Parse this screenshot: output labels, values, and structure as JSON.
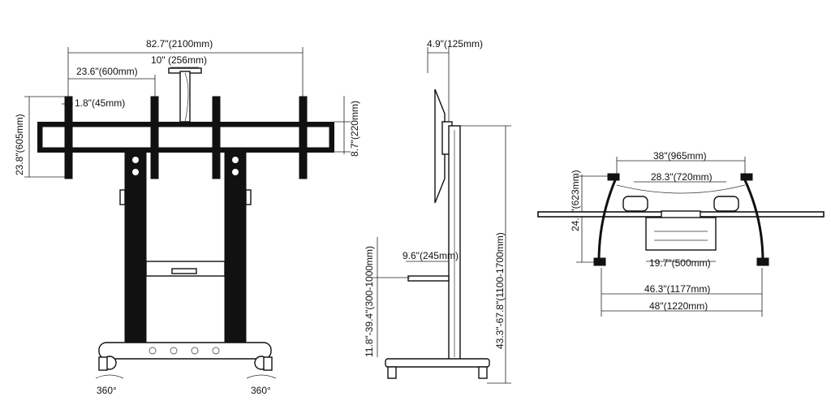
{
  "front": {
    "width_total": "82.7\"(2100mm)",
    "mount_width": "10\" (256mm)",
    "arm_spacing": "23.6\"(600mm)",
    "arm_width": "1.8\"(45mm)",
    "height_arms": "23.8\"(605mm)",
    "bar_height": "8.7\"(220mm)",
    "rotation_left": "360°",
    "rotation_right": "360°"
  },
  "side": {
    "top_depth": "4.9\"(125mm)",
    "shelf_depth": "9.6\"(245mm)",
    "shelf_height": "11.8\"-39.4\"(300-1000mm)",
    "total_height": "43.3\"-67.8\"(1100-1700mm)"
  },
  "top": {
    "depth": "24.5\"(623mm)",
    "width_a": "38\"(965mm)",
    "width_b": "28.3\"(720mm)",
    "shelf_width": "19.7\"(500mm)",
    "base_width": "46.3\"(1177mm)",
    "overall_width": "48\"(1220mm)"
  },
  "colors": {
    "line": "#111111",
    "background": "#ffffff"
  }
}
